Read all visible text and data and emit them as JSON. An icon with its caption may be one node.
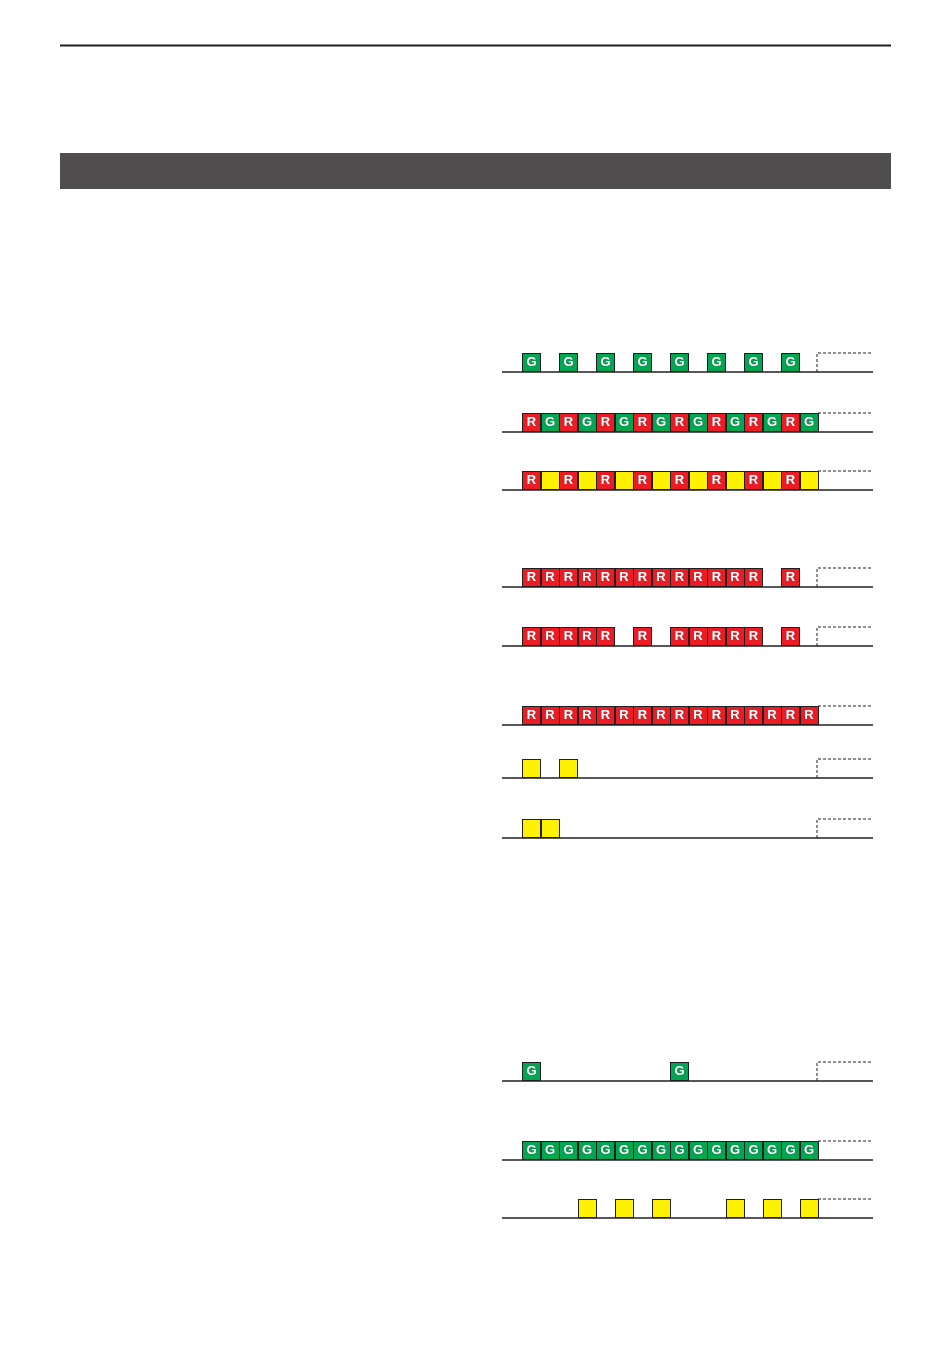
{
  "diagram": {
    "nodes": [
      {
        "text": [
          "G"
        ]
      },
      {
        "text": [
          "G"
        ]
      },
      {
        "text": [
          "G"
        ]
      },
      {
        "text": [
          "G"
        ]
      },
      {
        "text": [
          "G"
        ]
      },
      {
        "text": [
          "G"
        ]
      },
      {
        "text": [
          "G"
        ]
      },
      {
        "text": [
          "G"
        ]
      },
      {
        "text": [
          "R"
        ]
      },
      {
        "text": [
          "G"
        ]
      },
      {
        "text": [
          "R"
        ]
      },
      {
        "text": [
          "G"
        ]
      },
      {
        "text": [
          "R"
        ]
      },
      {
        "text": [
          "G"
        ]
      },
      {
        "text": [
          "R"
        ]
      },
      {
        "text": [
          "G"
        ]
      },
      {
        "text": [
          "R"
        ]
      },
      {
        "text": [
          "G"
        ]
      },
      {
        "text": [
          "R"
        ]
      },
      {
        "text": [
          "G"
        ]
      },
      {
        "text": [
          "R"
        ]
      },
      {
        "text": [
          "G"
        ]
      },
      {
        "text": [
          "R"
        ]
      },
      {
        "text": [
          "G"
        ]
      },
      {
        "text": [
          "R"
        ]
      },
      {
        "text": [],
        "shape": "box"
      },
      {
        "text": [
          "R"
        ]
      },
      {
        "text": [],
        "shape": "box"
      },
      {
        "text": [
          "R"
        ]
      },
      {
        "text": [],
        "shape": "box"
      },
      {
        "text": [
          "R"
        ]
      },
      {
        "text": [],
        "shape": "box"
      },
      {
        "text": [
          "R"
        ]
      },
      {
        "text": [],
        "shape": "box"
      },
      {
        "text": [
          "R"
        ]
      },
      {
        "text": [],
        "shape": "box"
      },
      {
        "text": [
          "R"
        ]
      },
      {
        "text": [],
        "shape": "box"
      },
      {
        "text": [
          "R"
        ]
      },
      {
        "text": [],
        "shape": "box"
      },
      {
        "text": [
          "R"
        ]
      },
      {
        "text": [
          "R"
        ]
      },
      {
        "text": [
          "R"
        ]
      },
      {
        "text": [
          "R"
        ]
      },
      {
        "text": [
          "R"
        ]
      },
      {
        "text": [
          "R"
        ]
      },
      {
        "text": [
          "R"
        ]
      },
      {
        "text": [
          "R"
        ]
      },
      {
        "text": [
          "R"
        ]
      },
      {
        "text": [
          "R"
        ]
      },
      {
        "text": [
          "R"
        ]
      },
      {
        "text": [
          "R"
        ]
      },
      {
        "text": [
          "R"
        ]
      },
      {
        "text": [
          "R"
        ]
      },
      {
        "text": [
          "R"
        ]
      },
      {
        "text": [
          "R"
        ]
      },
      {
        "text": [
          "R"
        ]
      },
      {
        "text": [
          "R"
        ]
      },
      {
        "text": [
          "R"
        ]
      },
      {
        "text": [
          "R"
        ]
      },
      {
        "text": [
          "R"
        ]
      },
      {
        "text": [
          "R"
        ]
      },
      {
        "text": [
          "R"
        ]
      },
      {
        "text": [
          "R"
        ]
      },
      {
        "text": [
          "R"
        ]
      },
      {
        "text": [
          "R"
        ]
      },
      {
        "text": [
          "R"
        ]
      },
      {
        "text": [
          "R"
        ]
      },
      {
        "text": [
          "R"
        ]
      },
      {
        "text": [
          "R"
        ]
      },
      {
        "text": [
          "R"
        ]
      },
      {
        "text": [
          "R"
        ]
      },
      {
        "text": [
          "R"
        ]
      },
      {
        "text": [
          "R"
        ]
      },
      {
        "text": [
          "R"
        ]
      },
      {
        "text": [
          "R"
        ]
      },
      {
        "text": [
          "R"
        ]
      },
      {
        "text": [
          "R"
        ]
      },
      {
        "text": [
          "R"
        ]
      },
      {
        "text": [
          "R"
        ]
      },
      {
        "text": [
          "R"
        ]
      },
      {
        "text": [
          "R"
        ]
      },
      {
        "text": [],
        "shape": "box"
      },
      {
        "text": [],
        "shape": "box"
      },
      {
        "text": [],
        "shape": "box"
      },
      {
        "text": [],
        "shape": "box"
      },
      {
        "text": [
          "G"
        ]
      },
      {
        "text": [
          "G"
        ]
      },
      {
        "text": [
          "G"
        ]
      },
      {
        "text": [
          "G"
        ]
      },
      {
        "text": [
          "G"
        ]
      },
      {
        "text": [
          "G"
        ]
      },
      {
        "text": [
          "G"
        ]
      },
      {
        "text": [
          "G"
        ]
      },
      {
        "text": [
          "G"
        ]
      },
      {
        "text": [
          "G"
        ]
      },
      {
        "text": [
          "G"
        ]
      },
      {
        "text": [
          "G"
        ]
      },
      {
        "text": [
          "G"
        ]
      },
      {
        "text": [
          "G"
        ]
      },
      {
        "text": [
          "G"
        ]
      },
      {
        "text": [
          "G"
        ]
      },
      {
        "text": [
          "G"
        ]
      },
      {
        "text": [
          "G"
        ]
      },
      {
        "text": [],
        "shape": "box"
      },
      {
        "text": [],
        "shape": "box"
      },
      {
        "text": [],
        "shape": "box"
      },
      {
        "text": [],
        "shape": "box"
      },
      {
        "text": [],
        "shape": "box"
      },
      {
        "text": [],
        "shape": "box"
      }
    ]
  }
}
